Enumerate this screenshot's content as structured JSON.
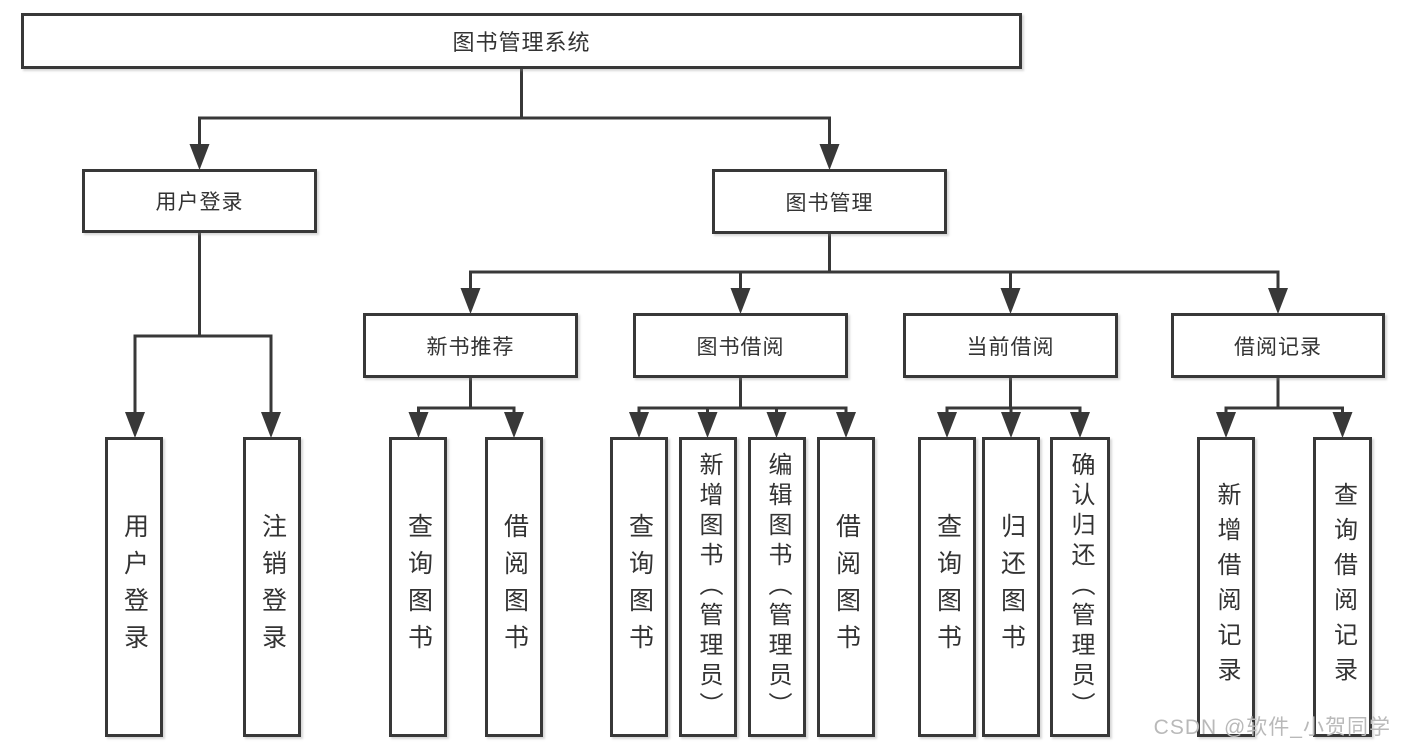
{
  "tree": {
    "label": "图书管理系统",
    "children": [
      {
        "label": "用户登录",
        "children": [
          {
            "label": "用户登录"
          },
          {
            "label": "注销登录"
          }
        ]
      },
      {
        "label": "图书管理",
        "children": [
          {
            "label": "新书推荐",
            "children": [
              {
                "label": "查询图书"
              },
              {
                "label": "借阅图书"
              }
            ]
          },
          {
            "label": "图书借阅",
            "children": [
              {
                "label": "查询图书"
              },
              {
                "label": "新增图书（管理员）"
              },
              {
                "label": "编辑图书（管理员）"
              },
              {
                "label": "借阅图书"
              }
            ]
          },
          {
            "label": "当前借阅",
            "children": [
              {
                "label": "查询图书"
              },
              {
                "label": "归还图书"
              },
              {
                "label": "确认归还（管理员）"
              }
            ]
          },
          {
            "label": "借阅记录",
            "children": [
              {
                "label": "新增借阅记录"
              },
              {
                "label": "查询借阅记录"
              }
            ]
          }
        ]
      }
    ]
  },
  "watermark": "CSDN @软件_小贺同学",
  "colors": {
    "line": "#383838",
    "text": "#333333",
    "background": "#ffffff",
    "watermark": "#b9b9b9"
  }
}
